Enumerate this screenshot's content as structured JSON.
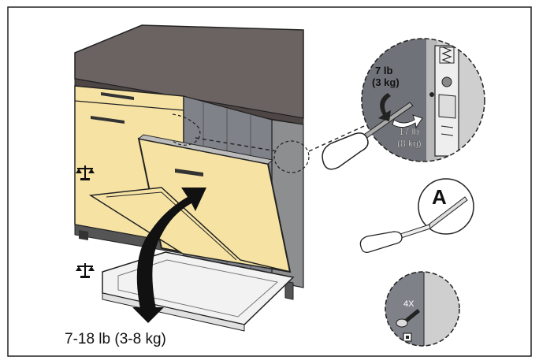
{
  "panel_counterweight_label": "7-18 lb (3-8 kg)",
  "spring_detail": {
    "upper_weight_lb": "7 lb",
    "upper_weight_kg": "(3 kg)",
    "lower_weight_lb": "17 lb",
    "lower_weight_kg": "(8 kg)"
  },
  "tool_detail": {
    "label": "A"
  },
  "screw_detail": {
    "count_label": "4X"
  },
  "colors": {
    "counter_top": "#6b6361",
    "cabinet_face": "#f6e3a4",
    "appliance_side": "#8a8d93",
    "detail_background": "#d4d4d4",
    "outline": "#222222"
  }
}
